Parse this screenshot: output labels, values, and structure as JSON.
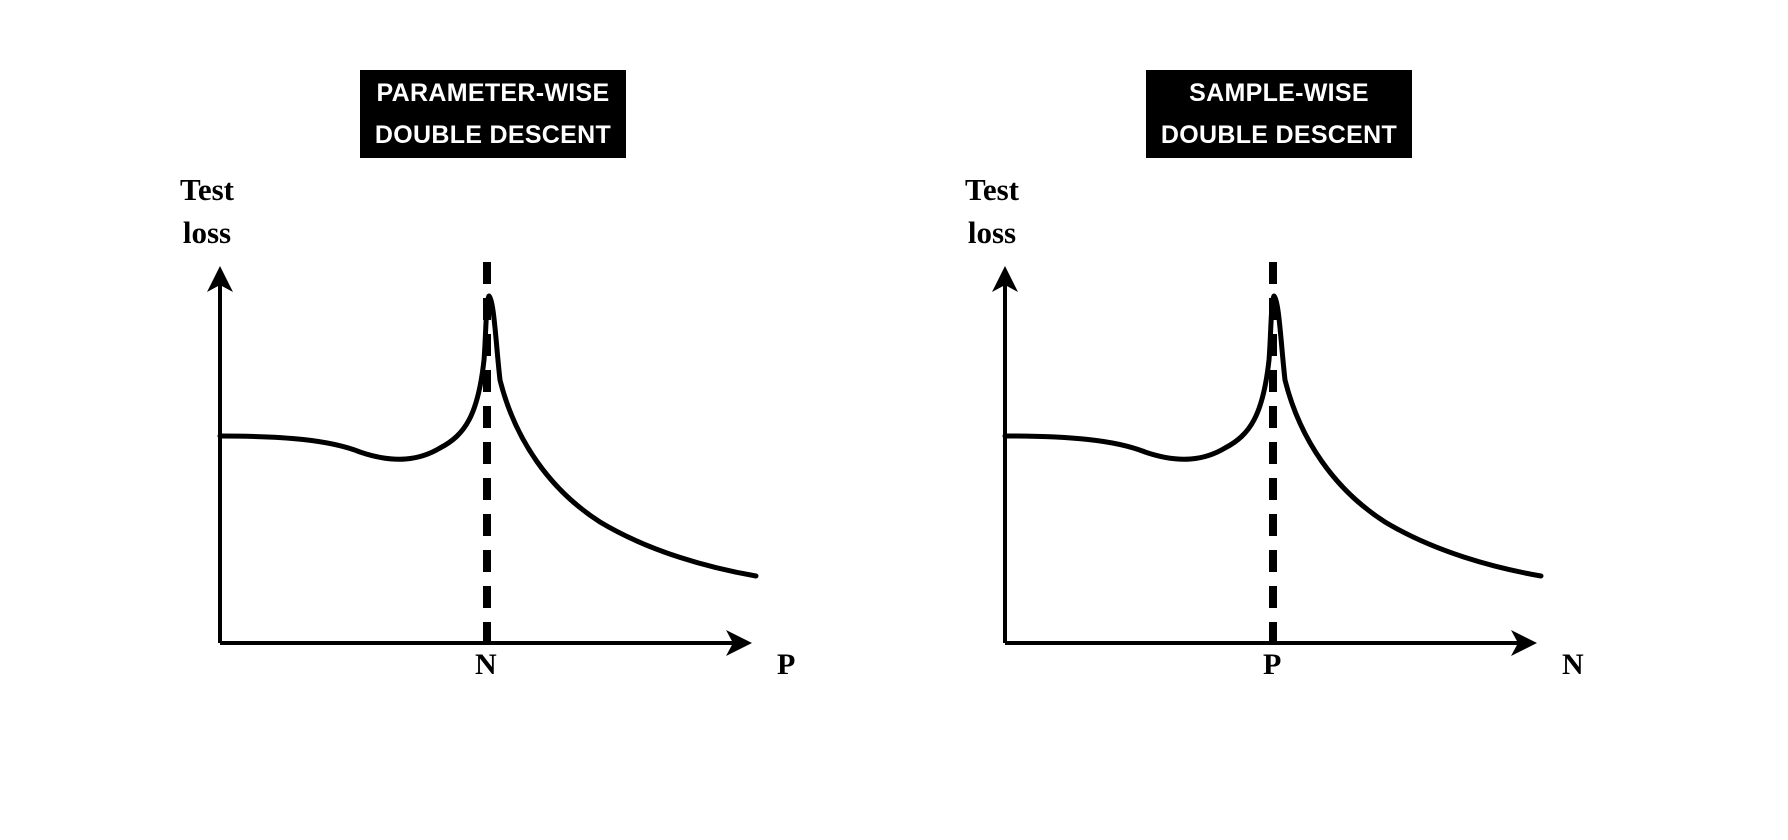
{
  "panels": [
    {
      "title_line1": "PARAMETER-WISE",
      "title_line2": "DOUBLE DESCENT",
      "y_label_line1": "Test",
      "y_label_line2": "loss",
      "threshold_label": "N",
      "x_label": "P"
    },
    {
      "title_line1": "SAMPLE-WISE",
      "title_line2": "DOUBLE DESCENT",
      "y_label_line1": "Test",
      "y_label_line2": "loss",
      "threshold_label": "P",
      "x_label": "N"
    }
  ],
  "colors": {
    "ink": "#000000",
    "background": "#ffffff"
  }
}
